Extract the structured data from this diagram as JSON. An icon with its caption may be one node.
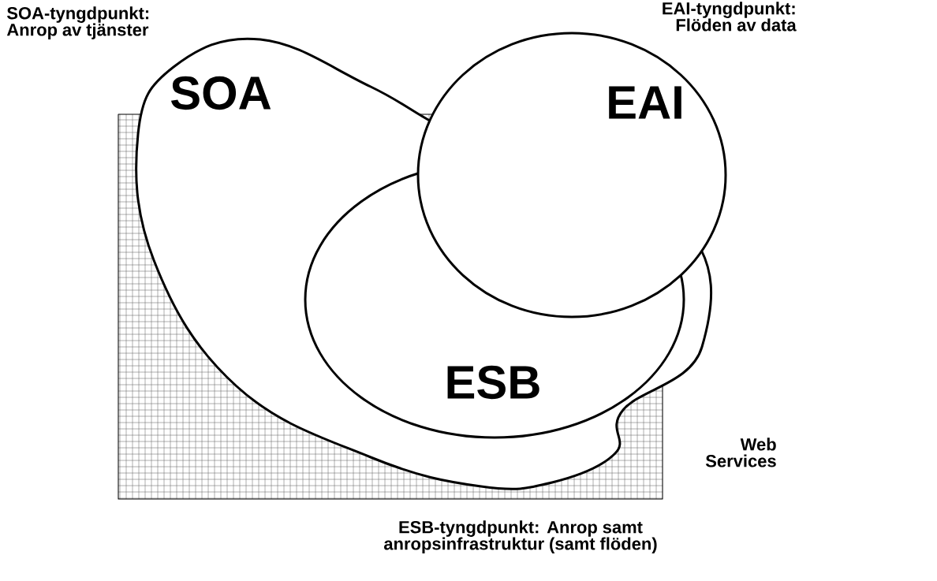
{
  "diagram": {
    "nodes": [
      {
        "text": [
          "Web Services"
        ]
      },
      {
        "text": [
          "SOA"
        ]
      },
      {
        "text": [
          "ESB"
        ],
        "in": 1
      },
      {
        "text": [
          "EAI"
        ]
      }
    ],
    "labels": [
      "SOA-tyngdpunkt: Anrop av tjänster",
      "EAI-tyngdpunkt: Flöden av data",
      "ESB-tyngdpunkt: Anrop samt anropsinfrastruktur (samt flöden)"
    ]
  }
}
